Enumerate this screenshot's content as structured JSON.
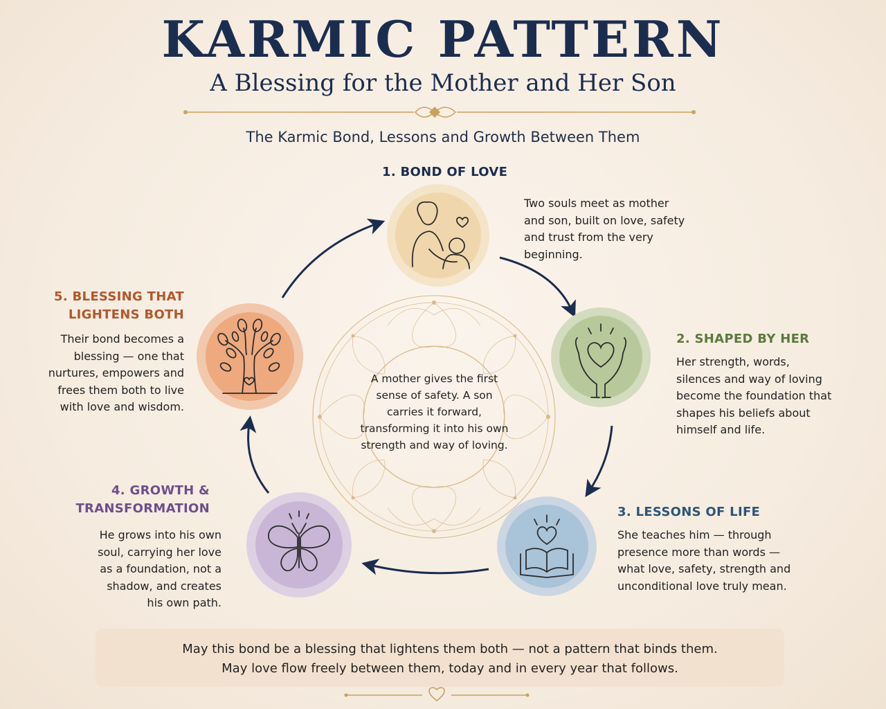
{
  "header": {
    "title": "KARMIC PATTERN",
    "subtitle": "A Blessing for the Mother and Her Son",
    "tagline": "The Karmic Bond, Lessons and Growth Between Them"
  },
  "steps": [
    {
      "title": "1. BOND OF LOVE",
      "description": "Two souls meet as mother and son, built on love, safety and trust from the very beginning.",
      "icon": "mother-child-icon",
      "color": "#b58a2f"
    },
    {
      "title": "2. SHAPED BY HER",
      "description": "Her strength, words, silences and way of loving become the foundation that shapes his beliefs about himself and life.",
      "icon": "hands-heart-icon",
      "color": "#5b7a3c"
    },
    {
      "title": "3. LESSONS OF LIFE",
      "description": "She teaches him — through presence more than words — what love, safety, strength and unconditional love truly mean.",
      "icon": "book-heart-icon",
      "color": "#2c5578"
    },
    {
      "title": "4. GROWTH & TRANSFORMATION",
      "description": "He grows into his own soul, carrying her love as a foundation, not a shadow, and creates his own path.",
      "icon": "butterfly-icon",
      "color": "#6e4e8c"
    },
    {
      "title": "5. BLESSING THAT LIGHTENS BOTH",
      "description": "Their bond becomes a blessing — one that nurtures, empowers and frees them both to live with love and wisdom.",
      "icon": "tree-heart-icon",
      "color": "#b0582c"
    }
  ],
  "center": {
    "text": "A mother gives the first sense of safety. A son carries it forward, transforming it into his own strength and way of loving."
  },
  "footer": {
    "line1": "May this bond be a blessing that lightens them both — not a pattern that binds them.",
    "line2": "May love flow freely between them, today and in every year that follows.",
    "icon": "leaf-icon"
  },
  "colors": {
    "navy": "#1b2d4f",
    "gold": "#c9a15e",
    "circle1": "#efd6ad",
    "circle2": "#b7c99a",
    "circle3": "#a9c3d9",
    "circle4": "#c9b6d6",
    "circle5": "#eea97f",
    "footer_bg": "#f3e1cf"
  }
}
